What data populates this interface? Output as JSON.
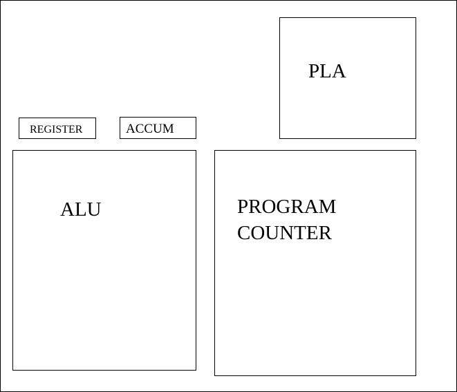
{
  "diagram": {
    "blocks": {
      "pla": {
        "label": "PLA"
      },
      "register": {
        "label": "REGISTER"
      },
      "accum": {
        "label": "ACCUM"
      },
      "alu": {
        "label": "ALU"
      },
      "program_counter": {
        "label_line1": "PROGRAM",
        "label_line2": "COUNTER"
      }
    }
  }
}
